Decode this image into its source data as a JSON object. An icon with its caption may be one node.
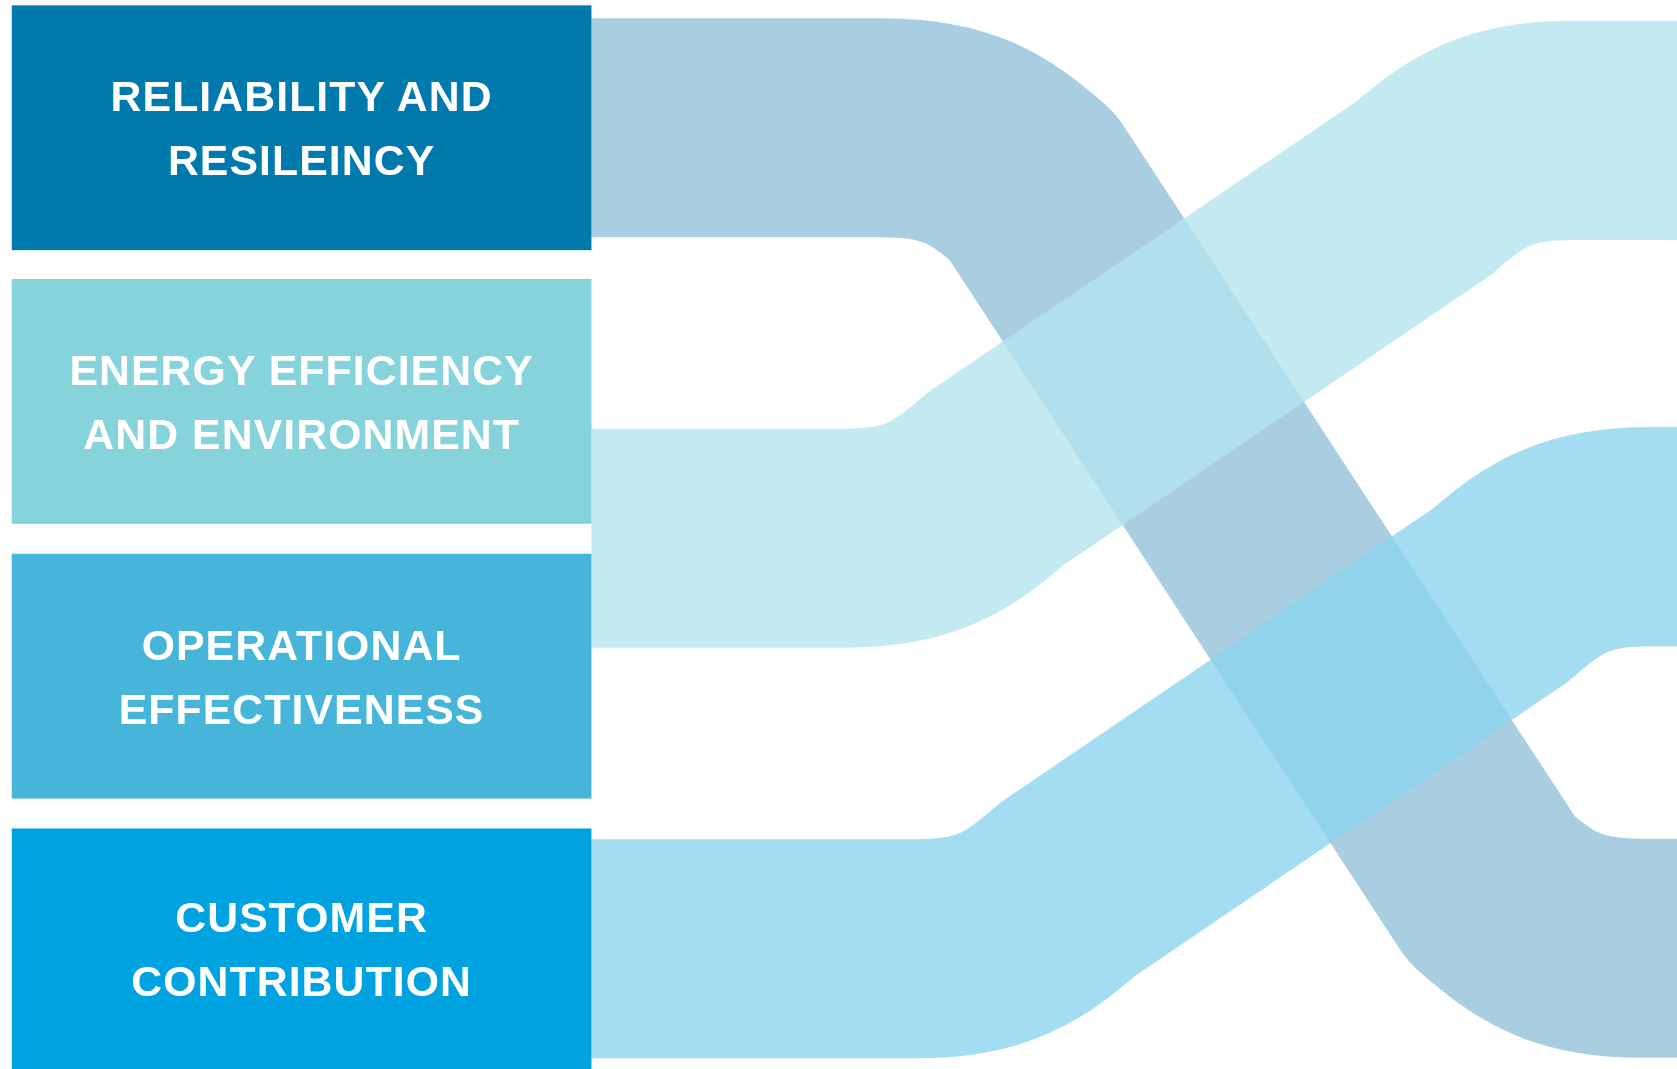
{
  "diagram": {
    "nodes": [
      {
        "text": [
          "RELIABILITY AND RESILEINCY"
        ]
      },
      {
        "text": [
          "ENERGY EFFICIENCY AND ENVIRONMENT"
        ]
      },
      {
        "text": [
          "OPERATIONAL EFFECTIVENESS"
        ]
      },
      {
        "text": [
          "CUSTOMER CONTRIBUTION"
        ]
      }
    ],
    "edges": [
      {
        "from": 0,
        "to": null,
        "arrow": "none",
        "color": "#93c2d9"
      },
      {
        "from": 1,
        "to": null,
        "arrow": "none",
        "color": "#b4e3ee"
      },
      {
        "from": 3,
        "to": null,
        "arrow": "none",
        "color": "#8dd4ef"
      }
    ]
  }
}
